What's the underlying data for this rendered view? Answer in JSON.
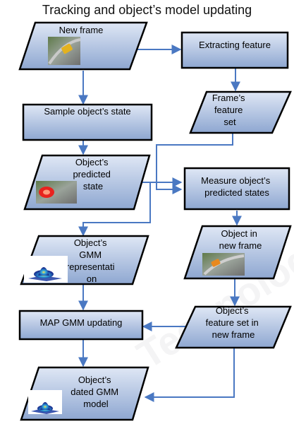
{
  "title": "Tracking and object’s model updating",
  "watermark": "Technology Publications",
  "colors": {
    "fill_top": "#dfe7f5",
    "fill_bottom": "#8ea7d1",
    "stroke": "#000000",
    "arrow": "#4a78c2"
  },
  "nodes": {
    "new_frame": [
      "New frame"
    ],
    "extracting_feature": [
      "Extracting feature"
    ],
    "sample_state": [
      "Sample object’s state"
    ],
    "frame_feature_set": [
      "Frame’s",
      "feature",
      "set"
    ],
    "predicted_state": [
      "Object’s",
      "predicted",
      "state"
    ],
    "measure_states": [
      "Measure object’s",
      "predicted states"
    ],
    "gmm_representation": [
      "Object’s",
      "GMM",
      "representati",
      "on"
    ],
    "object_new_frame": [
      "Object in",
      "new frame"
    ],
    "map_gmm_updating": [
      "MAP GMM updating"
    ],
    "feature_set_new_frame": [
      "Object’s",
      "feature set in",
      "new frame"
    ],
    "updated_gmm_model": [
      "Object’s",
      "dated GMM",
      "model"
    ]
  }
}
